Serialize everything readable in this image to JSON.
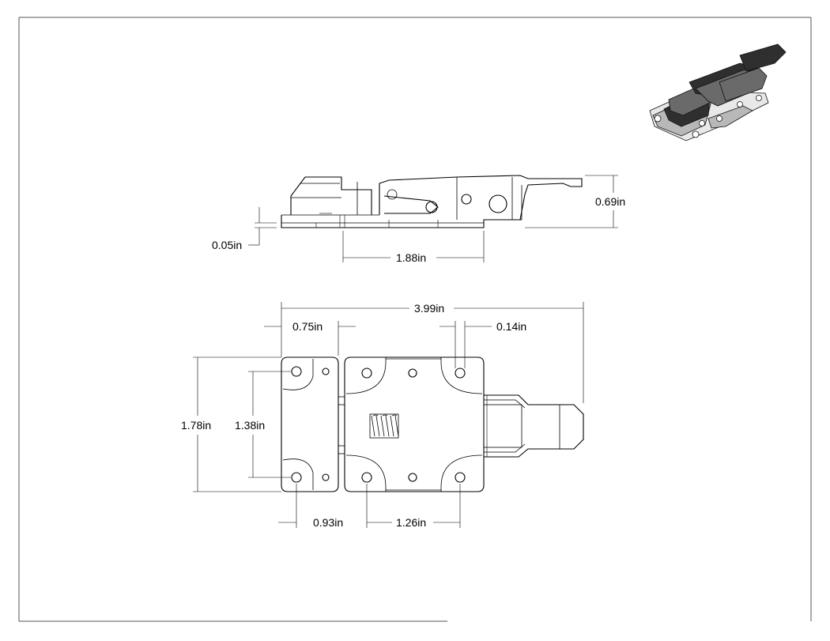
{
  "dimensions": {
    "side_height": "0.69in",
    "side_thickness": "0.05in",
    "side_length": "1.88in",
    "overall_length": "3.99in",
    "keeper_width": "0.75in",
    "hole_offset": "0.14in",
    "overall_height": "1.78in",
    "hole_spacing_vertical": "1.38in",
    "keeper_hole_to_base": "0.93in",
    "base_hole_spacing": "1.26in"
  },
  "icons": {
    "isometric_view": "latch-3d-icon"
  }
}
